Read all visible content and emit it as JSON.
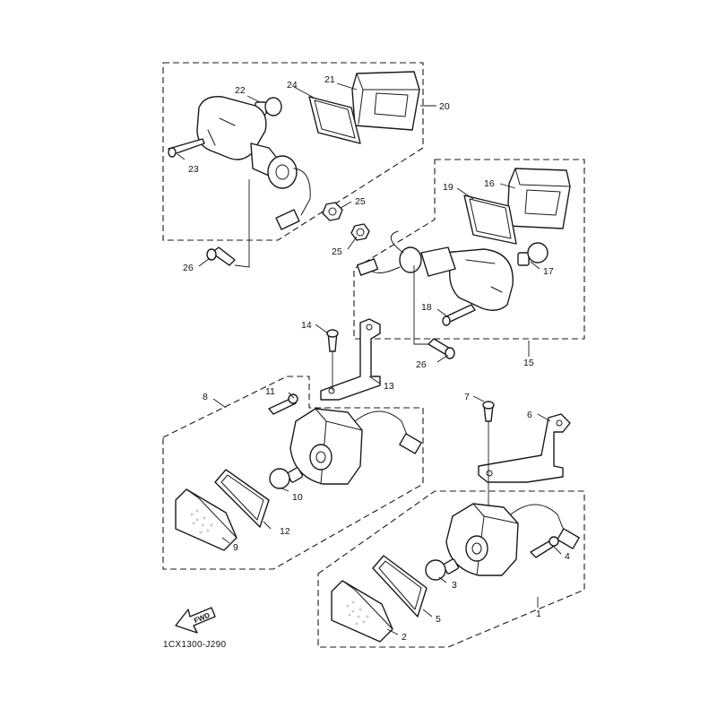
{
  "diagram": {
    "code": "1CX1300-J290",
    "fwd_label": "FWD",
    "callouts": [
      "1",
      "2",
      "3",
      "4",
      "5",
      "6",
      "7",
      "8",
      "9",
      "10",
      "11",
      "12",
      "13",
      "14",
      "15",
      "16",
      "17",
      "18",
      "19",
      "20",
      "21",
      "22",
      "23",
      "24",
      "25",
      "25",
      "26",
      "26"
    ]
  }
}
